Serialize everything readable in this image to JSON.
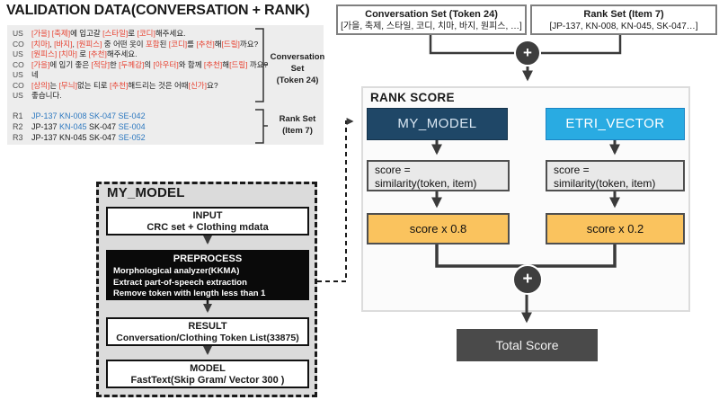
{
  "title": "VALIDATION DATA(CONVERSATION + RANK)",
  "plus": "+",
  "colors": {
    "red_token": "#e8402f",
    "blue_code": "#2e79c0",
    "navy_model": "#1f4767",
    "cyan_model": "#29abe2",
    "orange_weight": "#fac35e",
    "dark_total": "#4a4a4a",
    "panel_gray": "#ededed"
  },
  "conversation": {
    "bracket_label_line1": "Conversation Set",
    "bracket_label_line2": "(Token 24)",
    "rows": [
      {
        "label": "US",
        "segments": [
          [
            "r",
            "[가을] [축제]"
          ],
          [
            "k",
            "에 입고갈 "
          ],
          [
            "r",
            "[스타일]"
          ],
          [
            "k",
            "로 "
          ],
          [
            "r",
            "[코디]"
          ],
          [
            "k",
            "해주세요."
          ]
        ]
      },
      {
        "label": "CO",
        "segments": [
          [
            "r",
            "[치마]"
          ],
          [
            "k",
            ", "
          ],
          [
            "r",
            "[바지]"
          ],
          [
            "k",
            ", "
          ],
          [
            "r",
            "[원피스]"
          ],
          [
            "k",
            " 중 어떤 옷이 "
          ],
          [
            "r",
            "포함"
          ],
          [
            "k",
            "된 "
          ],
          [
            "r",
            "[코디]"
          ],
          [
            "k",
            "를 "
          ],
          [
            "r",
            "[추천]"
          ],
          [
            "k",
            "해"
          ],
          [
            "r",
            "[드릴]"
          ],
          [
            "k",
            "까요?"
          ]
        ]
      },
      {
        "label": "US",
        "segments": [
          [
            "r",
            "[원피스] [치마]"
          ],
          [
            "k",
            " 로 "
          ],
          [
            "r",
            "[추천]"
          ],
          [
            "k",
            "해주세요."
          ]
        ]
      },
      {
        "label": "CO",
        "segments": [
          [
            "r",
            "[가을]"
          ],
          [
            "k",
            "에 입기 좋은 "
          ],
          [
            "r",
            "[적당]"
          ],
          [
            "k",
            "한 "
          ],
          [
            "r",
            "[두께감]"
          ],
          [
            "k",
            "의 "
          ],
          [
            "r",
            "[아우터]"
          ],
          [
            "k",
            "와 함께 "
          ],
          [
            "r",
            "[추천]"
          ],
          [
            "k",
            "해"
          ],
          [
            "r",
            "[드릴]"
          ],
          [
            "k",
            " 까요?"
          ]
        ]
      },
      {
        "label": "US",
        "segments": [
          [
            "k",
            "네"
          ]
        ]
      },
      {
        "label": "CO",
        "segments": [
          [
            "r",
            "[상의]"
          ],
          [
            "k",
            "는 "
          ],
          [
            "r",
            "[무늬]"
          ],
          [
            "k",
            "없는 티로 "
          ],
          [
            "r",
            "[추천]"
          ],
          [
            "k",
            "해드리는 것은 어때"
          ],
          [
            "r",
            "[신가]"
          ],
          [
            "k",
            "요?"
          ]
        ]
      },
      {
        "label": "US",
        "segments": [
          [
            "k",
            "좋습니다."
          ]
        ]
      }
    ]
  },
  "rank": {
    "bracket_label_line1": "Rank Set",
    "bracket_label_line2": "(Item 7)",
    "rows": [
      {
        "label": "R1",
        "segments": [
          [
            "b",
            "JP-137 KN-008 SK-047 SE-042"
          ]
        ]
      },
      {
        "label": "R2",
        "segments": [
          [
            "k",
            "JP-137 "
          ],
          [
            "b",
            "KN-045"
          ],
          [
            "k",
            " SK-047 "
          ],
          [
            "b",
            "SE-004"
          ]
        ]
      },
      {
        "label": "R3",
        "segments": [
          [
            "k",
            "JP-137 KN-045 SK-047 "
          ],
          [
            "b",
            "SE-052"
          ]
        ]
      }
    ]
  },
  "top_boxes": {
    "conversation_title": "Conversation Set (Token 24)",
    "conversation_tokens": "[가을, 축제, 스타일, 코디, 치마, 바지, 원피스,  …]",
    "rank_title": "Rank Set (Item 7)",
    "rank_items": "[JP-137, KN-008, KN-045, SK-047…]"
  },
  "rank_score": {
    "title": "RANK SCORE",
    "left_model": "MY_MODEL",
    "right_model": "ETRI_VECTOR",
    "score_line1": "score =",
    "score_line2": "similarity(token, item)",
    "left_weight": "score x 0.8",
    "right_weight": "score x 0.2",
    "total": "Total Score"
  },
  "my_model": {
    "title": "MY_MODEL",
    "input_title": "INPUT",
    "input_body": "CRC set + Clothing mdata",
    "preprocess_title": "PREPROCESS",
    "preprocess_lines": [
      "Morphological analyzer(KKMA)",
      "Extract part-of-speech extraction",
      "Remove token with length less than 1"
    ],
    "result_title": "RESULT",
    "result_body": "Conversation/Clothing Token List(33875)",
    "model_title": "MODEL",
    "model_body": "FastText(Skip Gram/ Vector 300 )"
  }
}
